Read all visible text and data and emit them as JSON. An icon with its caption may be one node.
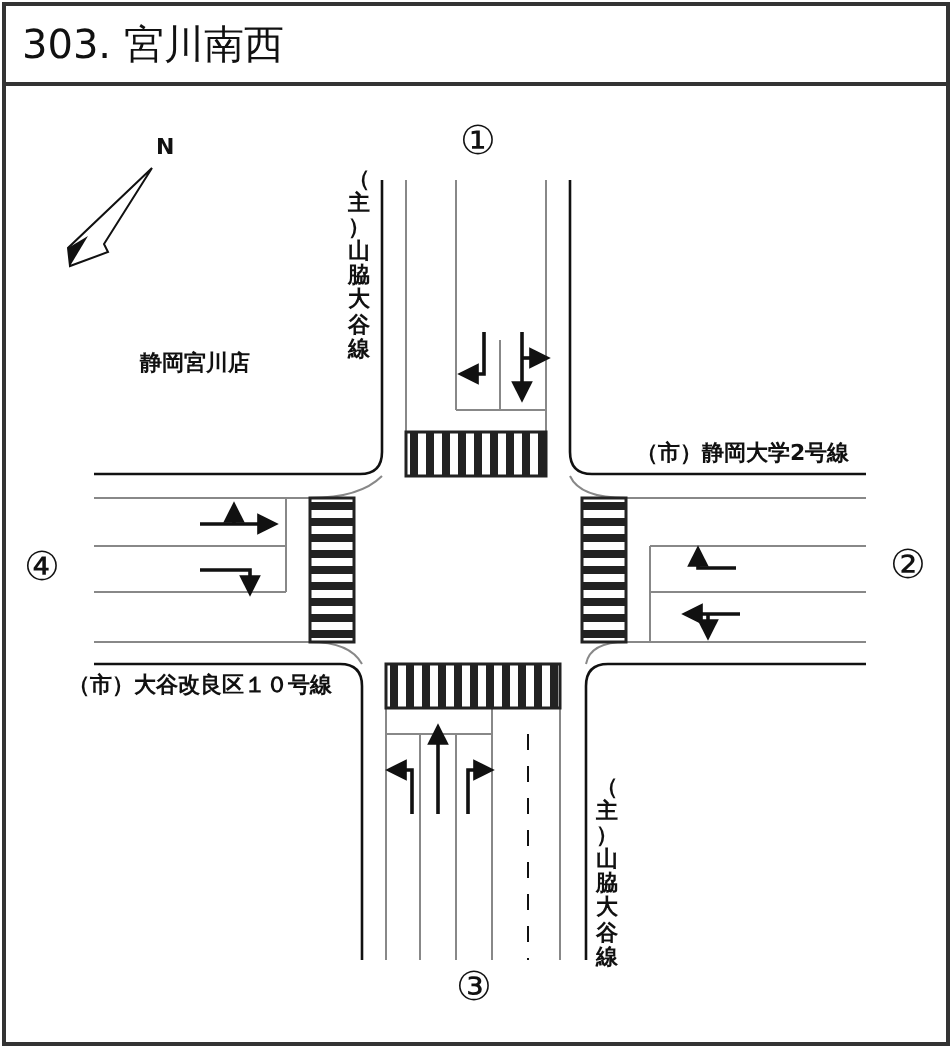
{
  "diagram": {
    "title": "303. 宮川南西",
    "labels": [
      "N",
      "①",
      "（主）山脇大谷線",
      "静岡宮川店",
      "（市）静岡大学2号線",
      "④",
      "②",
      "（市）大谷改良区１０号線",
      "（主）山脇大谷線",
      "③"
    ]
  }
}
